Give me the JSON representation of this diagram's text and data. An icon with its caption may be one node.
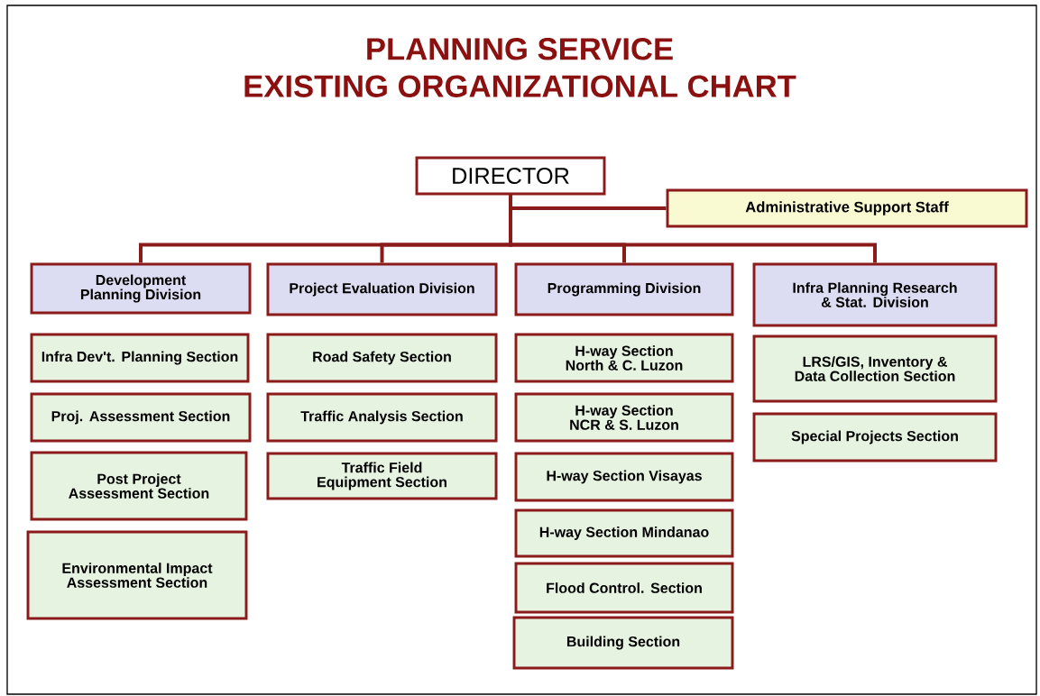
{
  "diagram": {
    "title": "PLANNING SERVICE EXISTING ORGANIZATIONAL CHART",
    "nodes": [
      {
        "text": [
          "DIRECTOR"
        ]
      },
      {
        "text": [
          "Administrative Support Staff"
        ]
      },
      {
        "text": [
          "Development Planning Division"
        ]
      },
      {
        "text": [
          "Project Evaluation Division"
        ]
      },
      {
        "text": [
          "Programming Division"
        ]
      },
      {
        "text": [
          "Infra Planning Research & Stat. Division"
        ]
      },
      {
        "text": [
          "Infra Dev't. Planning Section"
        ]
      },
      {
        "text": [
          "Proj. Assessment Section"
        ]
      },
      {
        "text": [
          "Post Project Assessment Section"
        ]
      },
      {
        "text": [
          "Environmental Impact Assessment Section"
        ]
      },
      {
        "text": [
          "Road Safety Section"
        ]
      },
      {
        "text": [
          "Traffic Analysis Section"
        ]
      },
      {
        "text": [
          "Traffic Field Equipment Section"
        ]
      },
      {
        "text": [
          "H-way Section North & C. Luzon"
        ]
      },
      {
        "text": [
          "H-way Section NCR & S. Luzon"
        ]
      },
      {
        "text": [
          "H-way Section Visayas"
        ]
      },
      {
        "text": [
          "H-way Section Mindanao"
        ]
      },
      {
        "text": [
          "Flood Control. Section"
        ]
      },
      {
        "text": [
          "Building Section"
        ]
      },
      {
        "text": [
          "LRS/GIS, Inventory & Data Collection Section"
        ]
      },
      {
        "text": [
          "Special Projects Section"
        ]
      }
    ],
    "edges": [
      {
        "from": 0,
        "to": 1,
        "arrow": "none"
      },
      {
        "from": 0,
        "to": 2,
        "arrow": "none"
      },
      {
        "from": 0,
        "to": 3,
        "arrow": "none"
      },
      {
        "from": 0,
        "to": 4,
        "arrow": "none"
      },
      {
        "from": 0,
        "to": 5,
        "arrow": "none"
      }
    ]
  }
}
